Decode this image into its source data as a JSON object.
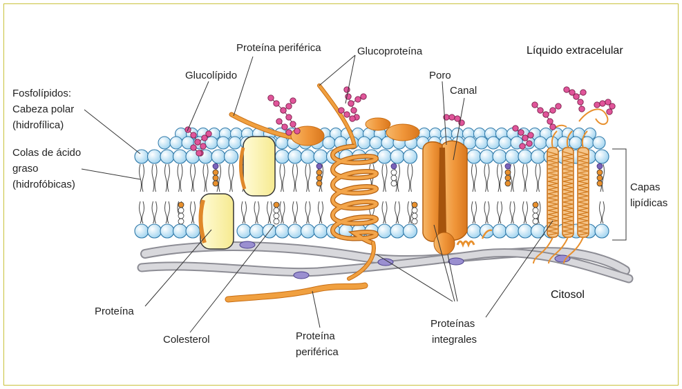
{
  "labels": {
    "peripheral_top": "Proteína periférica",
    "glycoprotein": "Glucoproteína",
    "glycolipid": "Glucolípido",
    "pore": "Poro",
    "channel": "Canal",
    "extracellular": "Líquido extracelular",
    "phospholipids_line1": "Fosfolípidos:",
    "phospholipids_line2": "Cabeza polar",
    "phospholipids_line3": "(hidrofílica)",
    "tails_line1": "Colas de ácido",
    "tails_line2": "graso",
    "tails_line3": "(hidrofóbicas)",
    "layers_line1": "Capas",
    "layers_line2": "lipídicas",
    "cytosol": "Citosol",
    "protein": "Proteína",
    "cholesterol": "Colesterol",
    "peripheral_bottom_line1": "Proteína",
    "peripheral_bottom_line2": "periférica",
    "integral_line1": "Proteínas",
    "integral_line2": "integrales"
  },
  "colors": {
    "head_fill": "#bfe6f7",
    "head_stroke": "#2e78a8",
    "protein_orange": "#f0a040",
    "protein_yellow": "#fbf3a8",
    "carbohydrate": "#e0559a",
    "cytoskeleton": "#cfcfd4",
    "frame": "#c9c23a"
  }
}
